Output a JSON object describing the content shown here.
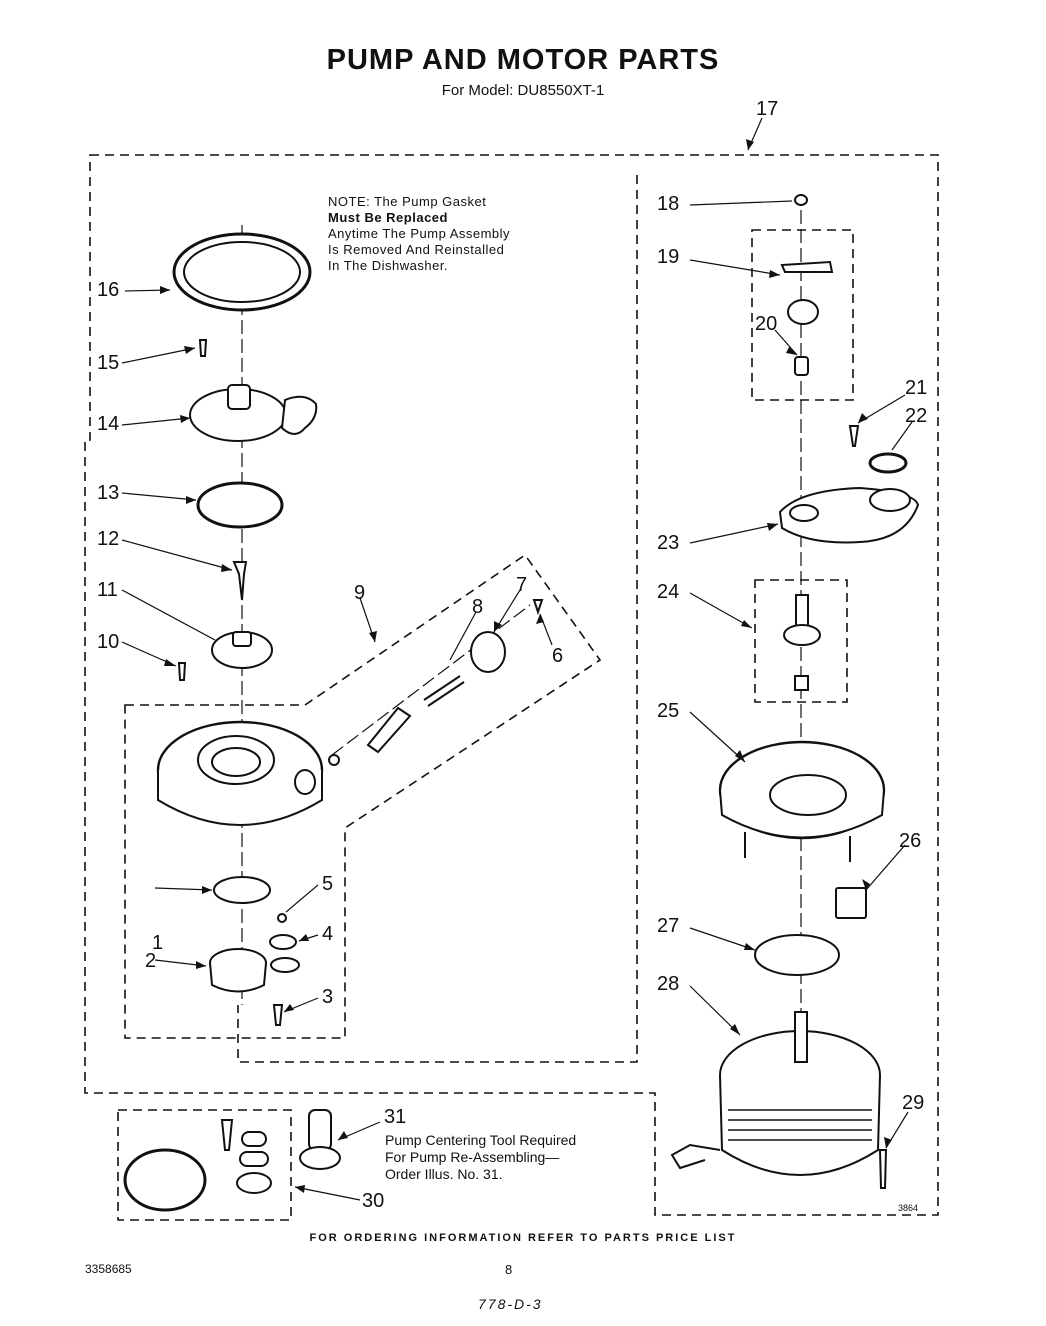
{
  "header": {
    "title": "PUMP AND MOTOR PARTS",
    "subtitle": "For Model: DU8550XT-1"
  },
  "note": {
    "lines": [
      "NOTE: The Pump Gasket",
      "Must Be Replaced",
      "Anytime The Pump Assembly",
      "Is Removed And Reinstalled",
      "In The Dishwasher."
    ]
  },
  "callouts": [
    "1",
    "2",
    "3",
    "4",
    "5",
    "6",
    "7",
    "8",
    "9",
    "10",
    "11",
    "12",
    "13",
    "14",
    "15",
    "16",
    "17",
    "18",
    "19",
    "20",
    "21",
    "22",
    "23",
    "24",
    "25",
    "26",
    "27",
    "28",
    "29",
    "30",
    "31"
  ],
  "tool_note": {
    "lines": [
      "Pump Centering Tool Required",
      "For Pump Re-Assembling—",
      "Order Illus. No. 31."
    ]
  },
  "footer": {
    "ordering": "FOR ORDERING INFORMATION REFER TO PARTS PRICE LIST",
    "doc_number": "3358685",
    "page_number": "8",
    "code": "778-D-3",
    "drawing_number": "3864"
  }
}
